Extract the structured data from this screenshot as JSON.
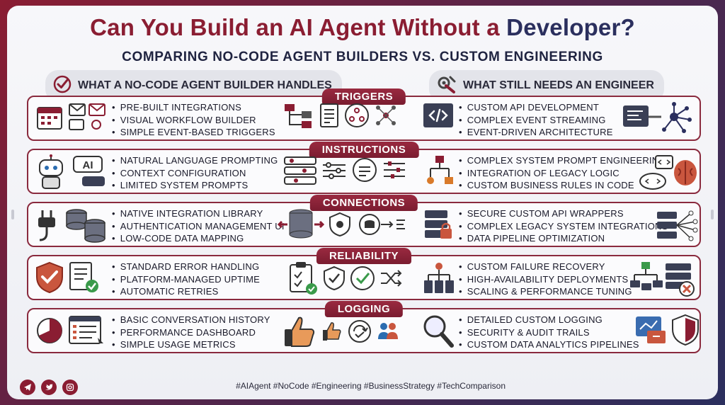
{
  "header": {
    "title_part1": "Can You Build an AI Agent Without a ",
    "title_part2": "Developer?",
    "subtitle": "COMPARING NO-CODE AGENT BUILDERS VS. CUSTOM ENGINEERING"
  },
  "columns": {
    "left_heading": "WHAT A NO-CODE AGENT BUILDER HANDLES",
    "right_heading": "WHAT STILL NEEDS AN ENGINEER"
  },
  "rows": [
    {
      "label": "TRIGGERS",
      "left": [
        "PRE-BUILT INTEGRATIONS",
        "VISUAL WORKFLOW BUILDER",
        "SIMPLE EVENT-BASED TRIGGERS"
      ],
      "right": [
        "CUSTOM API DEVELOPMENT",
        "COMPLEX EVENT STREAMING",
        "EVENT-DRIVEN ARCHITECTURE"
      ]
    },
    {
      "label": "INSTRUCTIONS",
      "left": [
        "NATURAL LANGUAGE PROMPTING",
        "CONTEXT CONFIGURATION",
        "LIMITED SYSTEM PROMPTS"
      ],
      "right": [
        "COMPLEX SYSTEM PROMPT ENGINEERING",
        "INTEGRATION OF LEGACY LOGIC",
        "CUSTOM BUSINESS RULES IN CODE"
      ]
    },
    {
      "label": "CONNECTIONS",
      "left": [
        "NATIVE INTEGRATION LIBRARY",
        "AUTHENTICATION MANAGEMENT UI",
        "LOW-CODE DATA MAPPING"
      ],
      "right": [
        "SECURE CUSTOM API WRAPPERS",
        "COMPLEX LEGACY SYSTEM INTEGRATIONS",
        "DATA PIPELINE OPTIMIZATION"
      ]
    },
    {
      "label": "RELIABILITY",
      "left": [
        "STANDARD ERROR HANDLING",
        "PLATFORM-MANAGED UPTIME",
        "AUTOMATIC RETRIES"
      ],
      "right": [
        "CUSTOM FAILURE RECOVERY",
        "HIGH-AVAILABILITY DEPLOYMENTS",
        "SCALING & PERFORMANCE TUNING"
      ]
    },
    {
      "label": "LOGGING",
      "left": [
        "BASIC CONVERSATION HISTORY",
        "PERFORMANCE DASHBOARD",
        "SIMPLE USAGE METRICS"
      ],
      "right": [
        "DETAILED CUSTOM LOGGING",
        "SECURITY & AUDIT TRAILS",
        "CUSTOM DATA ANALYTICS PIPELINES"
      ]
    }
  ],
  "icons": {
    "left_heading": "checkmark-circle-icon",
    "right_heading": "wrench-gear-icon",
    "ai_badge_text": "AI"
  },
  "footer": {
    "social": [
      "telegram-icon",
      "twitter-icon",
      "instagram-icon"
    ],
    "hashtags": "#AIAgent  #NoCode  #Engineering  #BusinessStrategy  #TechComparison"
  },
  "colors": {
    "accent_red": "#8a1d32",
    "accent_navy": "#2b2f5e",
    "check_green": "#3a9a4a"
  }
}
